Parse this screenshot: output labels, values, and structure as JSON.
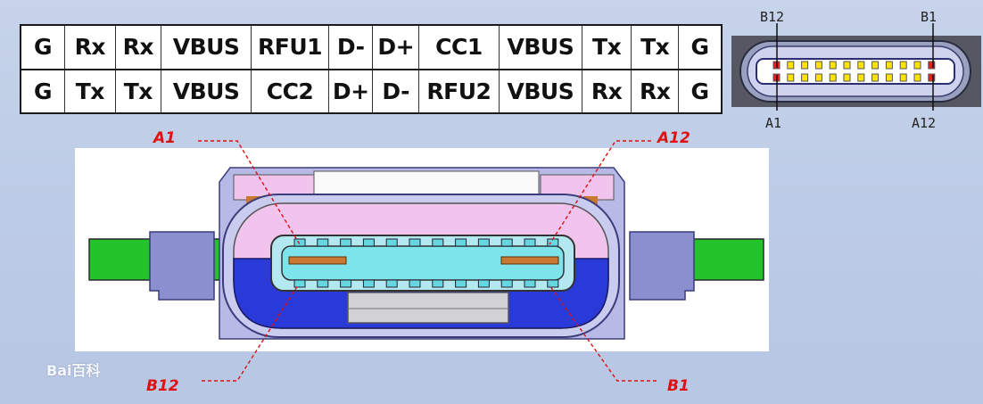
{
  "pinout_table": {
    "top_row": [
      "G",
      "Rx",
      "Rx",
      "VBUS",
      "RFU1",
      "D-",
      "D+",
      "CC1",
      "VBUS",
      "Tx",
      "Tx",
      "G"
    ],
    "bottom_row": [
      "G",
      "Tx",
      "Tx",
      "VBUS",
      "CC2",
      "D+",
      "D-",
      "RFU2",
      "VBUS",
      "Rx",
      "Rx",
      "G"
    ]
  },
  "connector_face": {
    "label_b12": "B12",
    "label_b1": "B1",
    "label_a1": "A1",
    "label_a12": "A12"
  },
  "cross_section": {
    "label_a1": "A1",
    "label_a12": "A12",
    "label_b12": "B12",
    "label_b1": "B1"
  },
  "watermark": "Bai百科",
  "colors": {
    "label_red": "#e01010",
    "pcb_green": "#22c42a",
    "shell_purple": "#8888c8",
    "top_pink": "#f0c4ec",
    "bottom_blue": "#2a3ad8",
    "tongue_cyan": "#7ee4ec",
    "contact_orange": "#c87832"
  }
}
